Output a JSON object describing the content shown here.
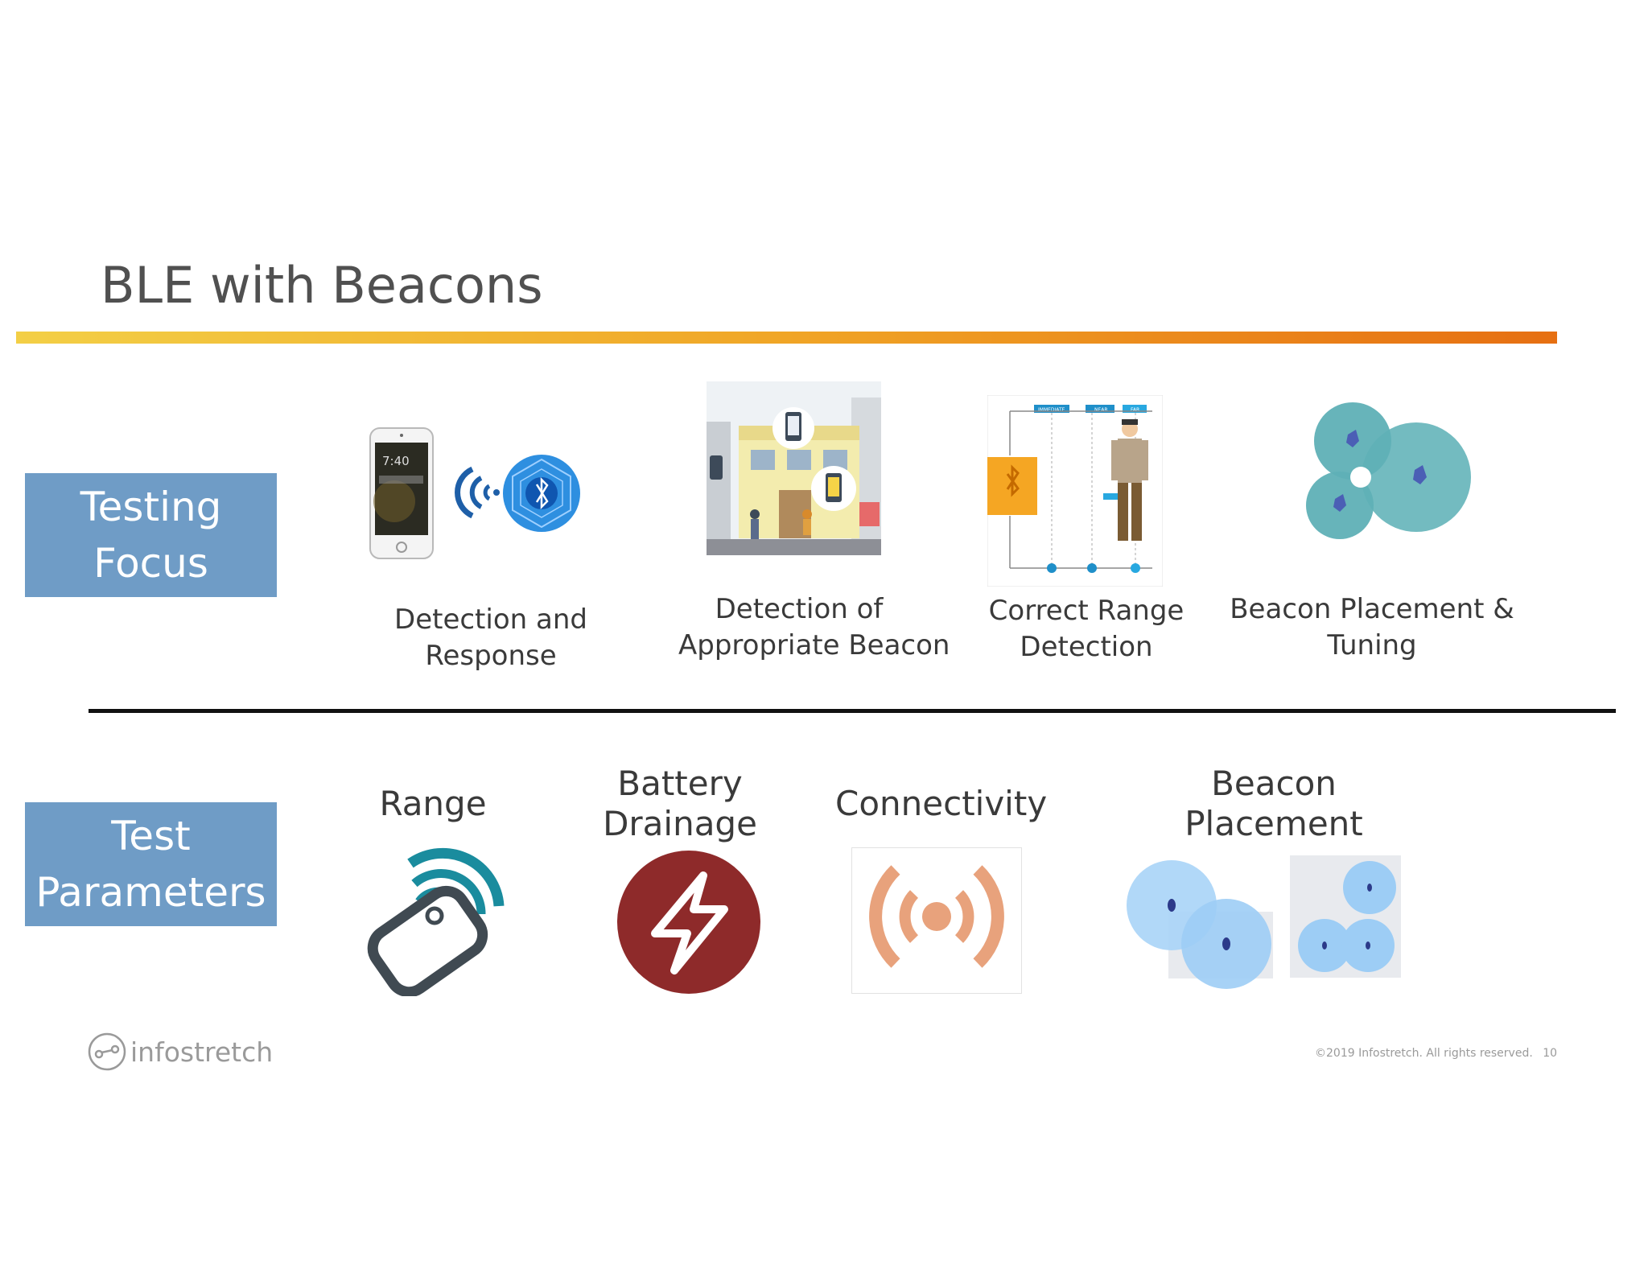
{
  "slide": {
    "title": "BLE with Beacons",
    "colors": {
      "accent_start": "#f3cf46",
      "accent_end": "#e66f12",
      "label_box": "#6f9cc6"
    }
  },
  "testing_focus": {
    "label_line1": "Testing",
    "label_line2": "Focus",
    "items": [
      {
        "line1": "Detection and",
        "line2": "Response",
        "icon": "phone-bluetooth-icon"
      },
      {
        "line1": "Detection of",
        "line2": "Appropriate Beacon",
        "icon": "street-scene-icon"
      },
      {
        "line1": "Correct Range",
        "line2": "Detection",
        "icon": "range-diagram-icon"
      },
      {
        "line1": "Beacon Placement &",
        "line2": "Tuning",
        "icon": "beacon-circles-icon"
      }
    ],
    "range_diagram_labels": [
      "IMMEDIATE",
      "NEAR",
      "FAR"
    ]
  },
  "test_parameters": {
    "label_line1": "Test",
    "label_line2": "Parameters",
    "items": [
      {
        "line1": "Range",
        "line2": "",
        "icon": "nfc-tag-icon"
      },
      {
        "line1": "Battery",
        "line2": "Drainage",
        "icon": "lightning-icon"
      },
      {
        "line1": "Connectivity",
        "line2": "",
        "icon": "broadcast-icon"
      },
      {
        "line1": "Beacon",
        "line2": "Placement",
        "icon": "beacon-placement-icon"
      }
    ]
  },
  "phone": {
    "time": "7:40"
  },
  "footer": {
    "logo": "infostretch",
    "copyright": "©2019 Infostretch. All rights reserved.",
    "page_number": "10"
  }
}
